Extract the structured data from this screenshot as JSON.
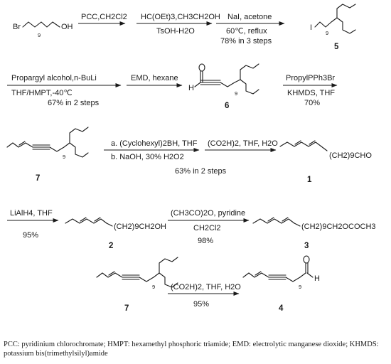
{
  "labels": {
    "br": "Br",
    "oh": "OH",
    "i": "I",
    "h6": "H",
    "h4": "H",
    "n9": "9",
    "chain1": "(CH2)9CHO",
    "chain2": "(CH2)9CH2OH",
    "chain3": "(CH2)9CH2OCOCH3"
  },
  "reagents": {
    "r1_top": "PCC,CH2Cl2",
    "r2_top": "HC(OEt)3,CH3CH2OH",
    "r2_bot": "TsOH-H2O",
    "r3_top": "NaI, acetone",
    "r3_bot": "60℃, reflux",
    "r3_yield": "78% in 3 steps",
    "r4_top": "Propargyl alcohol,n-BuLi",
    "r4_bot": "THF/HMPT,-40℃",
    "r4_yield": "67% in 2 steps",
    "r5_top": "EMD, hexane",
    "r6_top": "PropylPPh3Br",
    "r6_bot": "KHMDS, THF",
    "r6_yield": "70%",
    "r7_a": "a. (Cyclohexyl)2BH, THF",
    "r7_b": "b. NaOH, 30% H2O2",
    "r7_yield": "63% in 2 steps",
    "r8_top": "(CO2H)2, THF, H2O",
    "r9_top": "LiAlH4, THF",
    "r9_yield": "95%",
    "r10_top": "(CH3CO)2O, pyridine",
    "r10_bot": "CH2Cl2",
    "r10_yield": "98%",
    "r11_top": "(CO2H)2, THF, H2O",
    "r11_yield": "95%"
  },
  "compounds": {
    "c5": "5",
    "c6": "6",
    "c7": "7",
    "c1": "1",
    "c2": "2",
    "c3": "3",
    "c7b": "7",
    "c4": "4"
  },
  "footnote": "PCC: pyridinium chlorochromate; HMPT: hexamethyl phosphoric triamide; EMD: electrolytic manganese dioxide; KHMDS: potassium bis(trimethylsilyl)amide"
}
